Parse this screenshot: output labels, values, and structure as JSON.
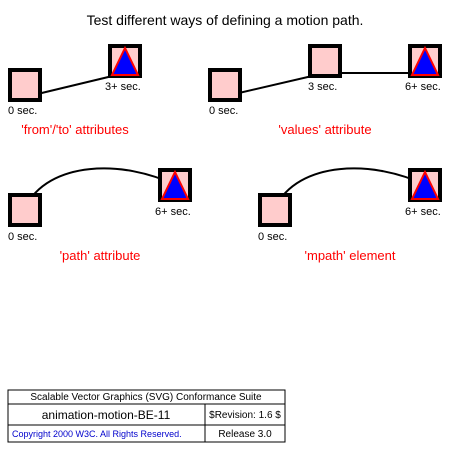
{
  "title": "Test different ways of defining a motion path.",
  "panels": {
    "from_to": {
      "caption": "'from'/'to' attributes",
      "labels": [
        "0 sec.",
        "3+ sec."
      ]
    },
    "values": {
      "caption": "'values' attribute",
      "labels": [
        "0 sec.",
        "3 sec.",
        "6+ sec."
      ]
    },
    "path": {
      "caption": "'path' attribute",
      "labels": [
        "0 sec.",
        "6+ sec."
      ]
    },
    "mpath": {
      "caption": "'mpath' element",
      "labels": [
        "0 sec.",
        "6+ sec."
      ]
    }
  },
  "colors": {
    "box_fill": "#ffcccc",
    "box_stroke": "#000000",
    "triangle_fill": "#0000ff",
    "triangle_stroke": "#ff0000",
    "caption": "#ff0000",
    "copyright": "#0000cc"
  },
  "footer": {
    "suite": "Scalable Vector Graphics (SVG) Conformance Suite",
    "test_name": "animation-motion-BE-11",
    "revision": "$Revision: 1.6 $",
    "copyright": "Copyright 2000 W3C. All Rights Reserved.",
    "release": "Release 3.0"
  }
}
